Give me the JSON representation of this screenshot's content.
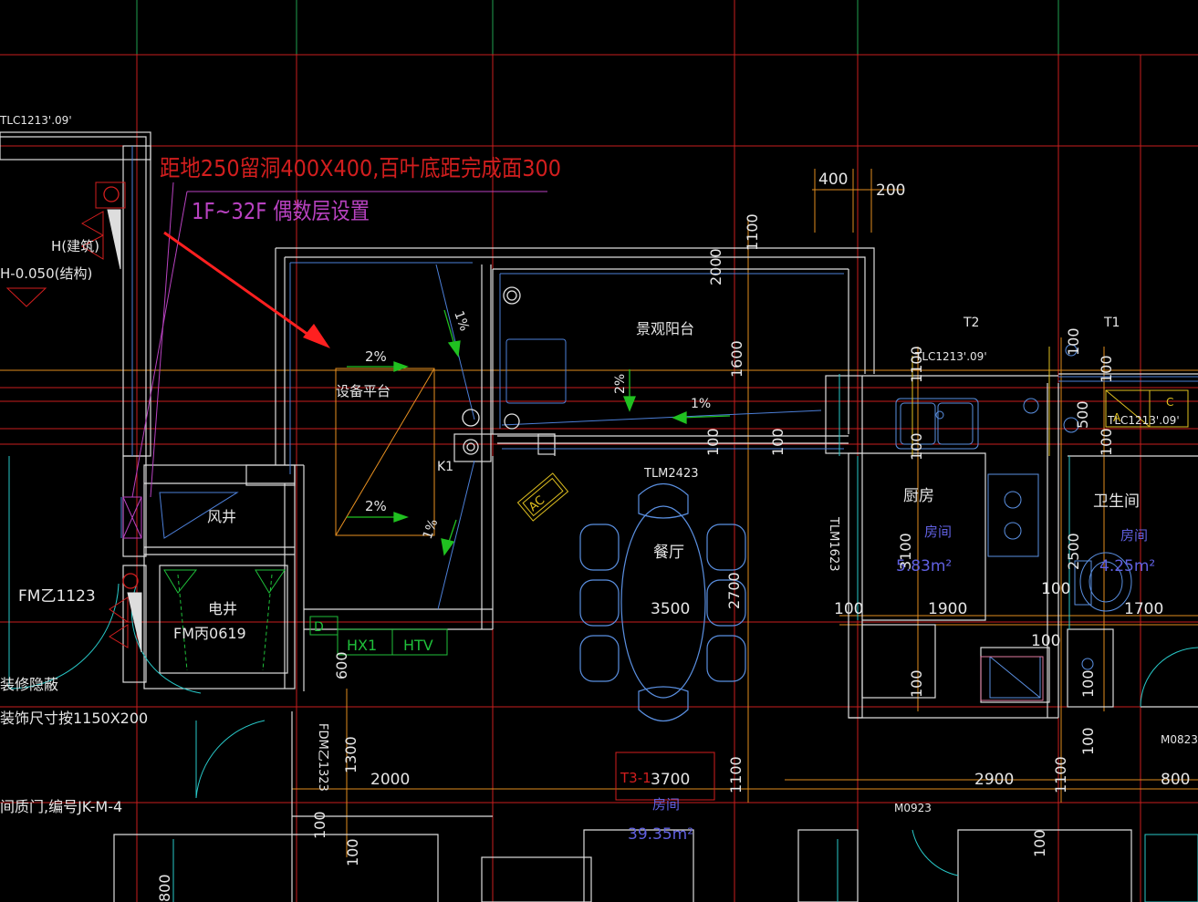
{
  "note": {
    "line1": "距地250留洞400X400,百叶底距完成面300",
    "line2": "1F~32F 偶数层设置"
  },
  "rooms": {
    "equipment_platform": "设备平台",
    "landscape_balcony": "景观阳台",
    "wind_shaft": "风井",
    "electric_shaft": "电井",
    "dining": "餐厅",
    "kitchen": "厨房",
    "bathroom": "卫生间",
    "room_tag_kitchen": "房间",
    "room_tag_bath": "房间",
    "room_tag_main": "房间"
  },
  "areas": {
    "kitchen": "5.83m²",
    "bathroom": "4.25m²",
    "main": "39.35m²",
    "main_code": "T3-1"
  },
  "slopes": {
    "top": "2%",
    "bottom": "2%",
    "right_top": "1%",
    "right_bottom": "1%",
    "balcony_down": "2%",
    "balcony_left": "1%"
  },
  "labels": {
    "h_arch": "H(建筑)",
    "h_struct": "H-0.050(结构)",
    "tlc_left": "TLC1213'.09'",
    "tlc_top": "TLC1213'.09'",
    "tlc_right": "TLC1213'.09'",
    "k1": "K1",
    "tlm2423": "TLM2423",
    "tlm1623": "TLM1623",
    "t2": "T2",
    "t1": "T1",
    "fm_b": "FM乙1123",
    "fm_c": "FM丙0619",
    "fdm": "FDM乙1323",
    "hx1": "HX1",
    "htv": "HTV",
    "ac": "AC",
    "m0823": "M0823",
    "m0923": "M0923",
    "d": "D",
    "a": "A",
    "c": "C",
    "decor1": "装修隐蔽",
    "decor2": "装饰尺寸按1150X200",
    "decor3": "间质门,编号JK-M-4"
  },
  "dims": {
    "d400": "400",
    "d200": "200",
    "d1100a": "1100",
    "d2000": "2000",
    "d1600": "1600",
    "d100a": "100",
    "d100b": "100",
    "d2700": "2700",
    "d3500": "3500",
    "d3100": "3100",
    "d100c": "100",
    "d1900": "1900",
    "d2500": "2500",
    "d100d": "100",
    "d1700": "1700",
    "d100e": "100",
    "d100f": "100",
    "d100g": "100",
    "d3700": "3700",
    "d1100b": "1100",
    "d2900": "2900",
    "d1100c": "1100",
    "d800a": "800",
    "d600": "600",
    "d1300": "1300",
    "d2000b": "2000",
    "d100h": "100",
    "d100i": "100",
    "d800b": "800",
    "d1100d": "1100",
    "d500": "500",
    "d100j": "100",
    "d100k": "100",
    "d100l": "100",
    "d100m": "100",
    "d100n": "100",
    "d100o": "100"
  },
  "colors": {
    "background": "#000000",
    "axis_red": "#d21e1e",
    "grid_green": "#20b050",
    "wall_white": "#e6e6e6",
    "blue": "#5a8fe0",
    "cyan": "#2ad2d2",
    "yellow": "#e0d020",
    "orange": "#e89020",
    "magenta": "#c040c0",
    "green": "#20c020"
  }
}
